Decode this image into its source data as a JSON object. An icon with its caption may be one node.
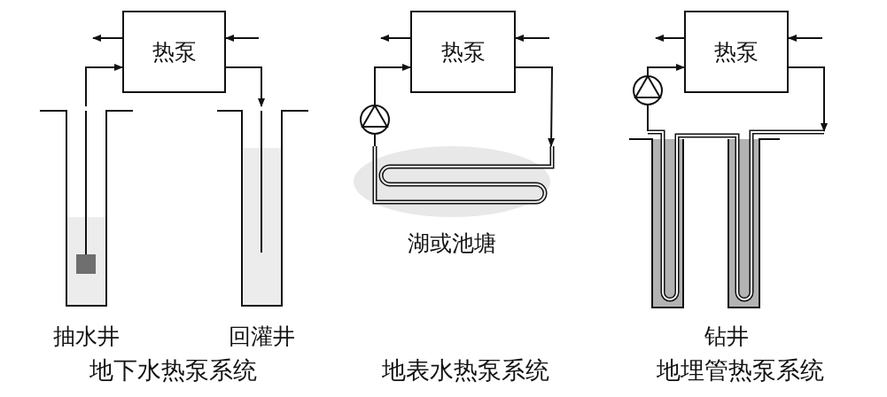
{
  "diagram": {
    "nodes": [
      {
        "text": [
          "热泵"
        ]
      },
      {
        "text": [
          "抽水井"
        ]
      },
      {
        "text": [
          "回灌井"
        ]
      },
      {
        "text": [
          "热泵"
        ]
      },
      {
        "text": [],
        "shape": "circle"
      },
      {
        "text": [
          "湖或池塘"
        ]
      },
      {
        "text": [
          "热泵"
        ]
      },
      {
        "text": [],
        "shape": "circle"
      },
      {
        "text": [
          "钻井"
        ]
      }
    ],
    "edges": [
      {
        "from": 0,
        "to": null,
        "arrow": "to"
      },
      {
        "from": null,
        "to": 0,
        "arrow": "to"
      },
      {
        "from": 1,
        "to": 0,
        "arrow": "to"
      },
      {
        "from": 0,
        "to": 2,
        "arrow": "to"
      },
      {
        "from": 3,
        "to": null,
        "arrow": "to"
      },
      {
        "from": null,
        "to": 3,
        "arrow": "to"
      },
      {
        "from": 5,
        "to": 4,
        "arrow": "none"
      },
      {
        "from": 4,
        "to": 3,
        "arrow": "to"
      },
      {
        "from": 3,
        "to": 5,
        "arrow": "to"
      },
      {
        "from": 6,
        "to": null,
        "arrow": "to"
      },
      {
        "from": null,
        "to": 6,
        "arrow": "to"
      },
      {
        "from": 8,
        "to": 7,
        "arrow": "none"
      },
      {
        "from": 7,
        "to": 6,
        "arrow": "to"
      },
      {
        "from": 6,
        "to": 8,
        "arrow": "to"
      }
    ],
    "labels": [
      "地下水热泵系统",
      "地表水热泵系统",
      "地埋管热泵系统"
    ]
  }
}
